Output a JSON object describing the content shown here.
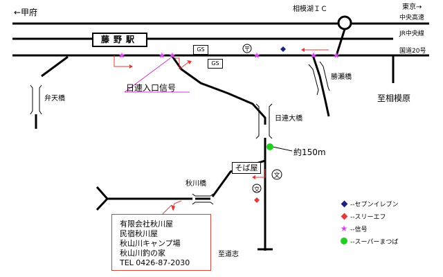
{
  "labels": {
    "kofu": "←甲府",
    "tokyo": "東京→",
    "sagamiko_ic": "相模湖ＩＣ",
    "chuo_expressway": "中央高速",
    "jr_chuo_line": "JR中央線",
    "route20": "国道20号",
    "station": "藤野駅",
    "gs": "GS",
    "hizure_bridge": "勝瀬橋",
    "to_sagamihara": "至相模原",
    "benten_bridge": "弁天橋",
    "hizure_entrance": "日連入口信号",
    "hizure_ohashi": "日連大橋",
    "distance": "約150m",
    "soba": "そば屋",
    "akikawa_bridge": "秋川橋",
    "to_doshi": "至道志",
    "post_symbol": "〒",
    "school_symbol": "文",
    "police_symbol": "交"
  },
  "info": {
    "line1": "有限会社秋川屋",
    "line2": "民宿秋川屋",
    "line3": "秋山川キャンプ場",
    "line4": "秋山川釣の家",
    "line5": "TEL 0426-87-2030"
  },
  "legend": [
    {
      "icon": "diamond-icon",
      "color": "#1a237e",
      "label": "--セブンイレブン"
    },
    {
      "icon": "diamond-icon",
      "color": "#e53935",
      "label": "--スリーエフ"
    },
    {
      "icon": "star-icon",
      "color": "#e040fb",
      "label": "--信号"
    },
    {
      "icon": "circle-icon",
      "color": "#22cc22",
      "label": "--スーパーまつば"
    }
  ],
  "colors": {
    "road": "#000000",
    "signal": "#e040fb",
    "arrow": "#e53935",
    "seven_eleven": "#1a237e",
    "three_f": "#e53935",
    "supermarket": "#22cc22",
    "leader": "#cc33cc"
  }
}
